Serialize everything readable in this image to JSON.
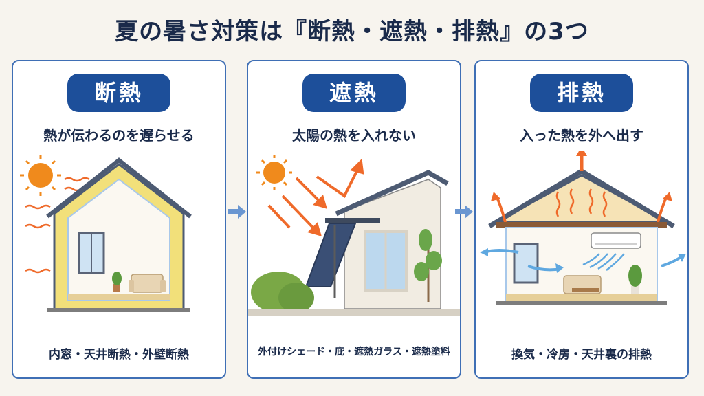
{
  "title": "夏の暑さ対策は『断熱・遮熱・排熱』の3つ",
  "colors": {
    "badge": "#1d4f9a",
    "border": "#3f6fb5",
    "heat_arrow": "#ef6a2a",
    "cool_arrow": "#5fa8e0",
    "insulation": "#f2e07a"
  },
  "panels": [
    {
      "badge": "断熱",
      "subtitle": "熱が伝わるのを遅らせる",
      "footer": "内窓・天井断熱・外壁断熱",
      "icons": [
        "sun-icon",
        "heat-wave-icon",
        "sofa-icon",
        "plant-icon",
        "window-icon"
      ]
    },
    {
      "badge": "遮熱",
      "subtitle": "太陽の熱を入れない",
      "footer": "外付けシェード・庇・遮熱ガラス・遮熱塗料",
      "icons": [
        "sun-icon",
        "reflect-arrow-icon",
        "shade-icon",
        "tree-icon",
        "bush-icon"
      ]
    },
    {
      "badge": "排熱",
      "subtitle": "入った熱を外へ出す",
      "footer": "換気・冷房・天井裏の排熱",
      "icons": [
        "air-conditioner-icon",
        "ventilation-arrow-icon",
        "sofa-icon",
        "plant-icon"
      ]
    }
  ]
}
